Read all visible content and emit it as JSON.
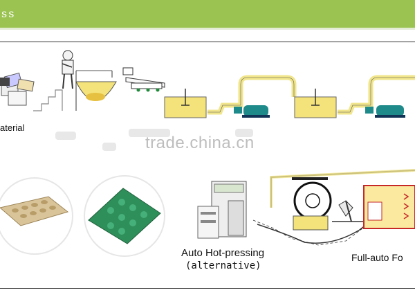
{
  "header": {
    "title": "ss"
  },
  "row1": {
    "material_label": "aterial"
  },
  "watermark": "trade.china.cn",
  "row2": {
    "hot_pressing_label": "Auto Hot-pressing",
    "alternative_label": "(alternative)",
    "full_auto_label": "Full-auto Fo"
  },
  "colors": {
    "banner": "#9bc352",
    "pulp": "#f4e37a",
    "pipe": "#f1e58c",
    "pump": "#1f8a8a",
    "tray_green": "#2f8f5a",
    "egg_tray": "#d9c49a",
    "dryer": "#e53935"
  }
}
